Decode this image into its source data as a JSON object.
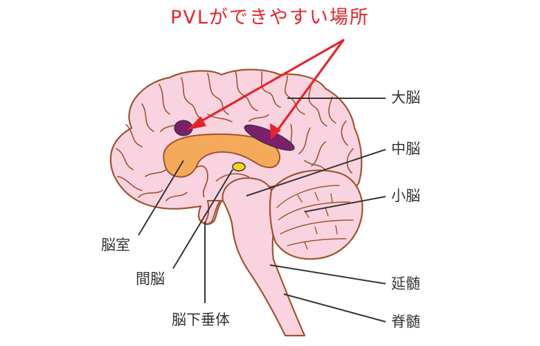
{
  "title": "PVLができやすい場所",
  "labels": {
    "cerebrum": "大脳",
    "midbrain": "中脳",
    "cerebellum": "小脳",
    "ventricle": "脳室",
    "diencephalon": "間脳",
    "medulla": "延髄",
    "pituitary": "脳下垂体",
    "spinal_cord": "脊髄"
  },
  "colors": {
    "title": "#e8222a",
    "arrow": "#e8222a",
    "brain_fill": "#f9d3df",
    "brain_outline": "#a0522d",
    "ventricle": "#f5a95b",
    "pvl_lesion": "#7b1f6e",
    "pituitary_dot": "#f5d31c",
    "leader_line": "#333333"
  }
}
